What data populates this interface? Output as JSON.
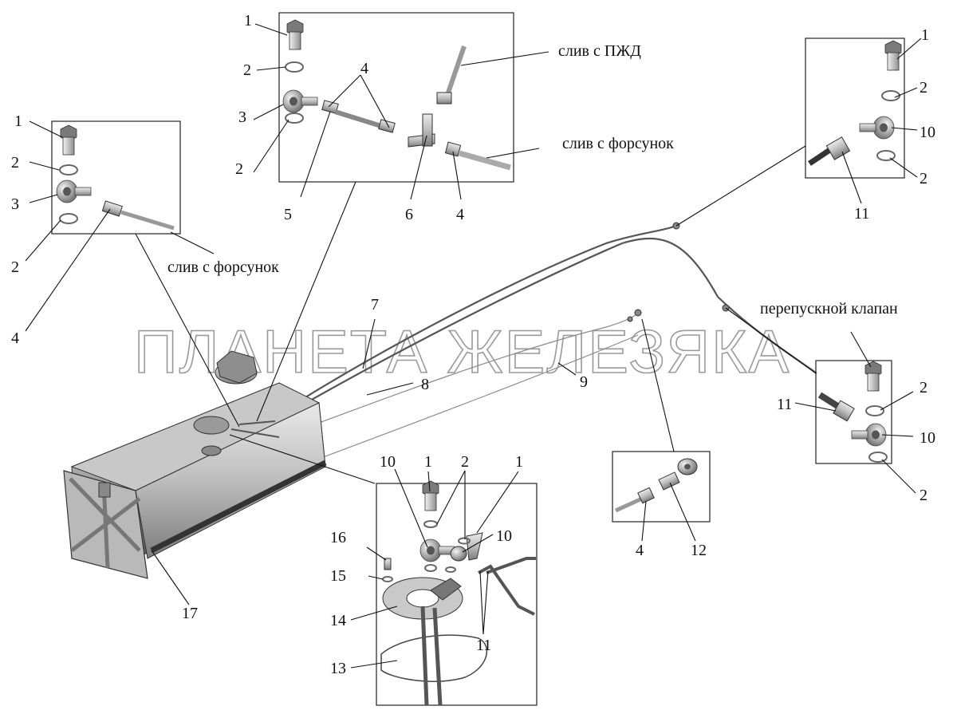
{
  "watermark": "ПЛАНЕТА ЖЕЛЕЗЯКА",
  "captions": {
    "drain_pzhd": "слив с ПЖД",
    "drain_injectors_top": "слив с форсунок",
    "drain_injectors_left": "слив с форсунок",
    "bypass_valve": "перепускной клапан"
  },
  "callouts": {
    "l1": "1",
    "l2a": "2",
    "l3": "3",
    "l2b": "2",
    "l4": "4",
    "t1": "1",
    "t2a": "2",
    "t3": "3",
    "t2b": "2",
    "t4a": "4",
    "t5": "5",
    "t6": "6",
    "t4b": "4",
    "r1": "1",
    "r2a": "2",
    "r10": "10",
    "r2b": "2",
    "r11": "11",
    "m7": "7",
    "m8": "8",
    "m9": "9",
    "m17": "17",
    "v2a": "2",
    "v11": "11",
    "v10": "10",
    "v2b": "2",
    "s4": "4",
    "s12": "12",
    "b10a": "10",
    "b1a": "1",
    "b2": "2",
    "b1b": "1",
    "b10b": "10",
    "b16": "16",
    "b15": "15",
    "b14": "14",
    "b13": "13",
    "b11": "11"
  }
}
